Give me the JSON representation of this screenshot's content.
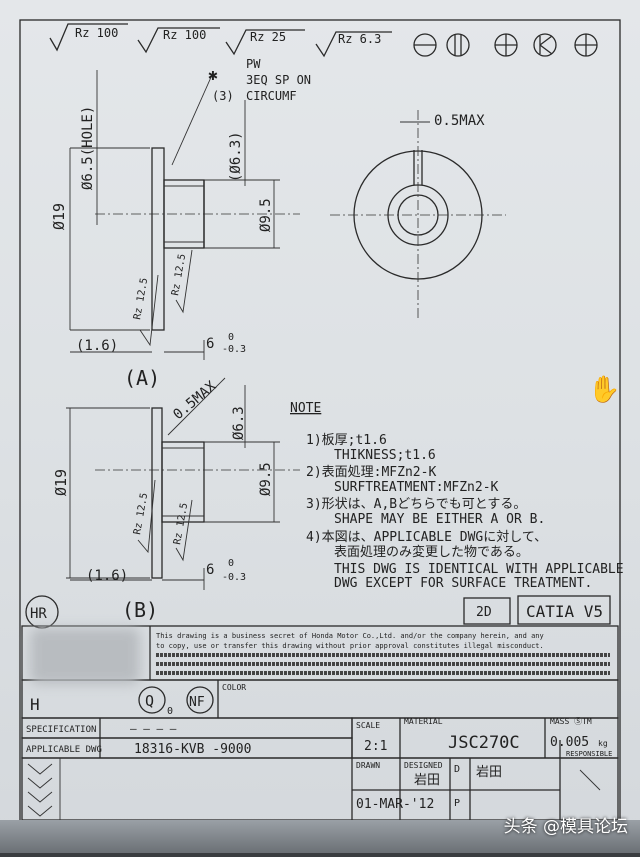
{
  "surface": {
    "rz1": "Rz 100",
    "rz2": "Rz 100",
    "rz3": "Rz 25",
    "rz4": "Rz 6.3"
  },
  "view_a": {
    "pw_label": "PW",
    "pw_line2": "3EQ SP ON",
    "pw_line3": "CIRCUMF",
    "pw_num": "(3)",
    "hole_dim": "Ø6.5(HOLE)",
    "inner_dim": "(Ø6.3)",
    "outer_dim": "Ø19",
    "shaft_dim": "Ø9.5",
    "rz_a1": "Rz 12.5",
    "rz_a2": "Rz 12.5",
    "flange_thk": "(1.6)",
    "length": "6",
    "tol_top": "0",
    "tol_bot": "-0.3",
    "label": "(A)"
  },
  "end_view": {
    "gap_dim": "0.5MAX"
  },
  "view_b": {
    "gap_dim": "0.5MAX",
    "inner_dim": "Ø6.3",
    "outer_dim": "Ø19",
    "shaft_dim": "Ø9.5",
    "rz_b1": "Rz 12.5",
    "rz_b2": "Rz 12.5",
    "flange_thk": "(1.6)",
    "length": "6",
    "tol_top": "0",
    "tol_bot": "-0.3",
    "label": "(B)"
  },
  "note": {
    "title": "NOTE",
    "n1": "1)板厚;t1.6",
    "n1_en": "THIKNESS;t1.6",
    "n2": "2)表面処理:MFZn2-K",
    "n2_en": "SURFTREATMENT:MFZn2-K",
    "n3": "3)形状は、A,Bどちらでも可とする。",
    "n3_en": "SHAPE MAY BE EITHER A OR B.",
    "n4": "4)本図は、APPLICABLE DWGに対して、",
    "n4b": "表面処理のみ変更した物である。",
    "n4_en1": "THIS DWG IS IDENTICAL WITH APPLICABLE",
    "n4_en2": "DWG EXCEPT FOR SURFACE TREATMENT."
  },
  "title_block": {
    "hr": "HR",
    "dim_type": "2D",
    "cad": "CATIA V5",
    "secret_line1": "This drawing is a business secret of Honda Motor Co.,Ltd. and/or the company herein, and any",
    "secret_line2": "to copy, use or transfer this drawing without prior approval constitutes illegal misconduct.",
    "h": "H",
    "q": "Q",
    "q_sub": "0",
    "nf": "NF",
    "color_label": "COLOR",
    "spec_label": "SPECIFICATION",
    "spec_dashes": "—      —      —      —",
    "applicable_label": "APPLICABLE DWG",
    "applicable_value": "18316-KVB -9000",
    "scale_label": "SCALE",
    "scale_value": "2:1",
    "material_label": "MATERIAL",
    "material_value": "JSC270C",
    "mass_label": "MASS ⓈTM",
    "mass_value": "0.005",
    "mass_unit": "kg",
    "drawn_label": "DRAWN",
    "designed_label": "DESIGNED",
    "designed_value": "岩田",
    "d_label": "D",
    "p_label": "P",
    "d_value": "岩田",
    "responsible_label": "RESPONSIBLE",
    "date_value": "01-MAR-'12"
  },
  "watermark": {
    "text": "头条 @模具论坛"
  }
}
